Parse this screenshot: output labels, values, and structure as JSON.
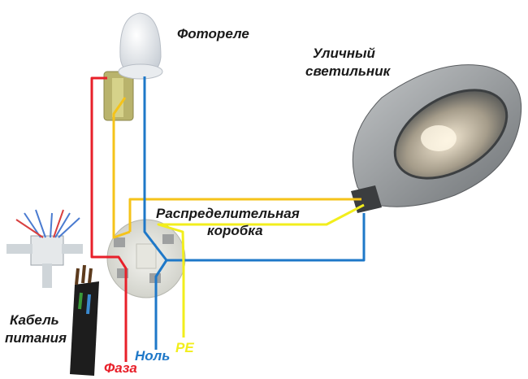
{
  "labels": {
    "photorelay": "Фотореле",
    "street_lamp_line1": "Уличный",
    "street_lamp_line2": "светильник",
    "junction_box_line1": "Распределительная",
    "junction_box_line2": "коробка",
    "power_cable_line1": "Кабель",
    "power_cable_line2": "питания",
    "phase": "Фаза",
    "neutral": "Ноль",
    "pe": "PE"
  },
  "colors": {
    "phase": "#e8202a",
    "neutral": "#1e78c8",
    "relay_out": "#f5c31a",
    "pe": "#f2ee1c"
  }
}
